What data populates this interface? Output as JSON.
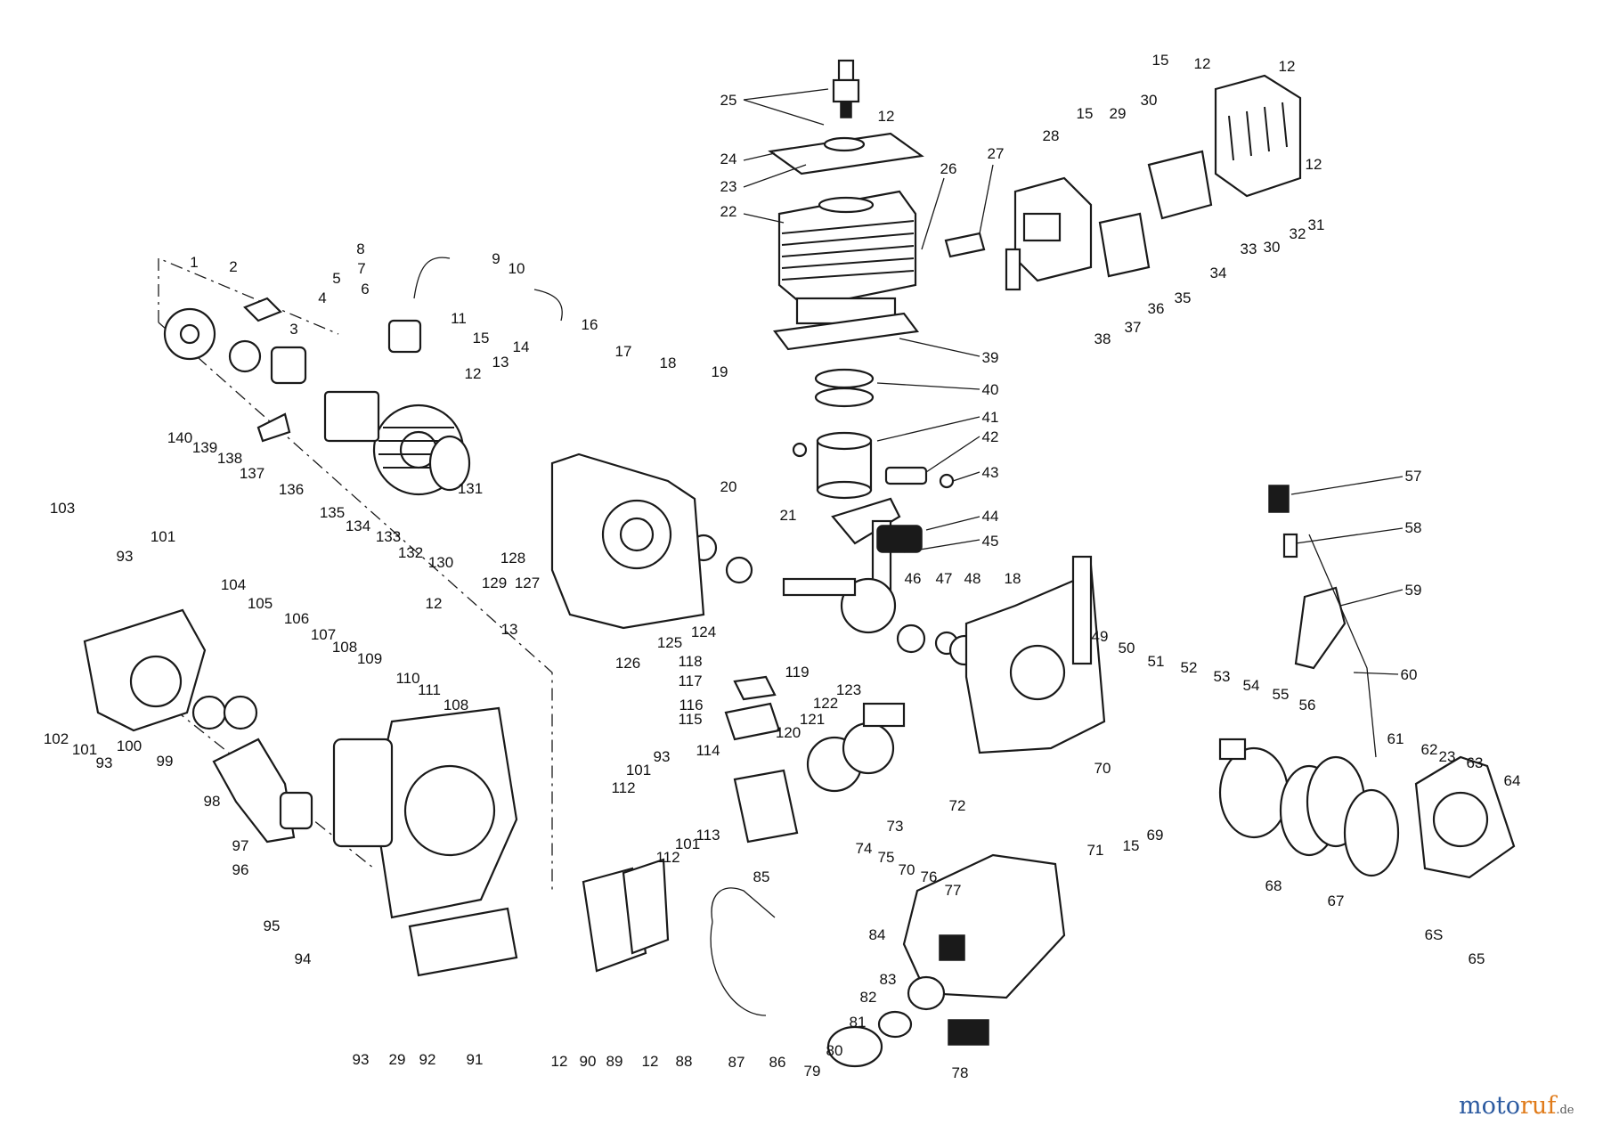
{
  "callouts": [
    {
      "text": "1"
    },
    {
      "text": "2"
    },
    {
      "text": "3"
    },
    {
      "text": "4"
    },
    {
      "text": "5"
    },
    {
      "text": "6"
    },
    {
      "text": "7"
    },
    {
      "text": "8"
    },
    {
      "text": "9"
    },
    {
      "text": "10"
    },
    {
      "text": "11"
    },
    {
      "text": "12"
    },
    {
      "text": "13"
    },
    {
      "text": "14"
    },
    {
      "text": "15"
    },
    {
      "text": "16"
    },
    {
      "text": "17"
    },
    {
      "text": "18"
    },
    {
      "text": "19"
    },
    {
      "text": "20"
    },
    {
      "text": "21"
    },
    {
      "text": "22"
    },
    {
      "text": "23"
    },
    {
      "text": "24"
    },
    {
      "text": "25"
    },
    {
      "text": "26"
    },
    {
      "text": "27"
    },
    {
      "text": "28"
    },
    {
      "text": "29"
    },
    {
      "text": "30"
    },
    {
      "text": "31"
    },
    {
      "text": "32"
    },
    {
      "text": "33"
    },
    {
      "text": "34"
    },
    {
      "text": "35"
    },
    {
      "text": "36"
    },
    {
      "text": "37"
    },
    {
      "text": "38"
    },
    {
      "text": "39"
    },
    {
      "text": "40"
    },
    {
      "text": "41"
    },
    {
      "text": "42"
    },
    {
      "text": "43"
    },
    {
      "text": "44"
    },
    {
      "text": "45"
    },
    {
      "text": "46"
    },
    {
      "text": "47"
    },
    {
      "text": "48"
    },
    {
      "text": "49"
    },
    {
      "text": "50"
    },
    {
      "text": "51"
    },
    {
      "text": "52"
    },
    {
      "text": "53"
    },
    {
      "text": "54"
    },
    {
      "text": "55"
    },
    {
      "text": "56"
    },
    {
      "text": "57"
    },
    {
      "text": "58"
    },
    {
      "text": "59"
    },
    {
      "text": "60"
    },
    {
      "text": "61"
    },
    {
      "text": "62"
    },
    {
      "text": "63"
    },
    {
      "text": "64"
    },
    {
      "text": "65"
    },
    {
      "text": "67"
    },
    {
      "text": "68"
    },
    {
      "text": "69"
    },
    {
      "text": "70"
    },
    {
      "text": "71"
    },
    {
      "text": "72"
    },
    {
      "text": "73"
    },
    {
      "text": "74"
    },
    {
      "text": "75"
    },
    {
      "text": "76"
    },
    {
      "text": "77"
    },
    {
      "text": "78"
    },
    {
      "text": "79"
    },
    {
      "text": "80"
    },
    {
      "text": "81"
    },
    {
      "text": "82"
    },
    {
      "text": "83"
    },
    {
      "text": "84"
    },
    {
      "text": "85"
    },
    {
      "text": "86"
    },
    {
      "text": "87"
    },
    {
      "text": "88"
    },
    {
      "text": "89"
    },
    {
      "text": "90"
    },
    {
      "text": "91"
    },
    {
      "text": "92"
    },
    {
      "text": "93"
    },
    {
      "text": "94"
    },
    {
      "text": "95"
    },
    {
      "text": "96"
    },
    {
      "text": "97"
    },
    {
      "text": "98"
    },
    {
      "text": "99"
    },
    {
      "text": "100"
    },
    {
      "text": "101"
    },
    {
      "text": "102"
    },
    {
      "text": "103"
    },
    {
      "text": "104"
    },
    {
      "text": "105"
    },
    {
      "text": "106"
    },
    {
      "text": "107"
    },
    {
      "text": "108"
    },
    {
      "text": "109"
    },
    {
      "text": "110"
    },
    {
      "text": "111"
    },
    {
      "text": "112"
    },
    {
      "text": "113"
    },
    {
      "text": "114"
    },
    {
      "text": "115"
    },
    {
      "text": "116"
    },
    {
      "text": "117"
    },
    {
      "text": "118"
    },
    {
      "text": "119"
    },
    {
      "text": "120"
    },
    {
      "text": "121"
    },
    {
      "text": "122"
    },
    {
      "text": "123"
    },
    {
      "text": "124"
    },
    {
      "text": "125"
    },
    {
      "text": "126"
    },
    {
      "text": "127"
    },
    {
      "text": "128"
    },
    {
      "text": "129"
    },
    {
      "text": "130"
    },
    {
      "text": "131"
    },
    {
      "text": "132"
    },
    {
      "text": "133"
    },
    {
      "text": "134"
    },
    {
      "text": "135"
    },
    {
      "text": "136"
    },
    {
      "text": "137"
    },
    {
      "text": "138"
    },
    {
      "text": "139"
    },
    {
      "text": "140"
    },
    {
      "text": "12"
    },
    {
      "text": "12"
    },
    {
      "text": "12"
    },
    {
      "text": "12"
    },
    {
      "text": "12"
    },
    {
      "text": "12"
    },
    {
      "text": "12"
    },
    {
      "text": "12"
    },
    {
      "text": "13"
    },
    {
      "text": "15"
    },
    {
      "text": "15"
    },
    {
      "text": "15"
    },
    {
      "text": "18"
    },
    {
      "text": "23"
    },
    {
      "text": "29"
    },
    {
      "text": "30"
    },
    {
      "text": "70"
    },
    {
      "text": "93"
    },
    {
      "text": "93"
    },
    {
      "text": "93"
    },
    {
      "text": "101"
    },
    {
      "text": "101"
    },
    {
      "text": "101"
    },
    {
      "text": "108"
    },
    {
      "text": "112"
    },
    {
      "text": "6S"
    }
  ],
  "watermark": {
    "letters": [
      "m",
      "o",
      "t",
      "o",
      "r",
      "u",
      "f"
    ],
    "suffix": ".de",
    "colors": [
      "#2c5aa0",
      "#2c5aa0",
      "#2c5aa0",
      "#2c5aa0",
      "#e07b1a",
      "#e07b1a",
      "#e07b1a"
    ],
    "suffix_color": "#555555"
  }
}
